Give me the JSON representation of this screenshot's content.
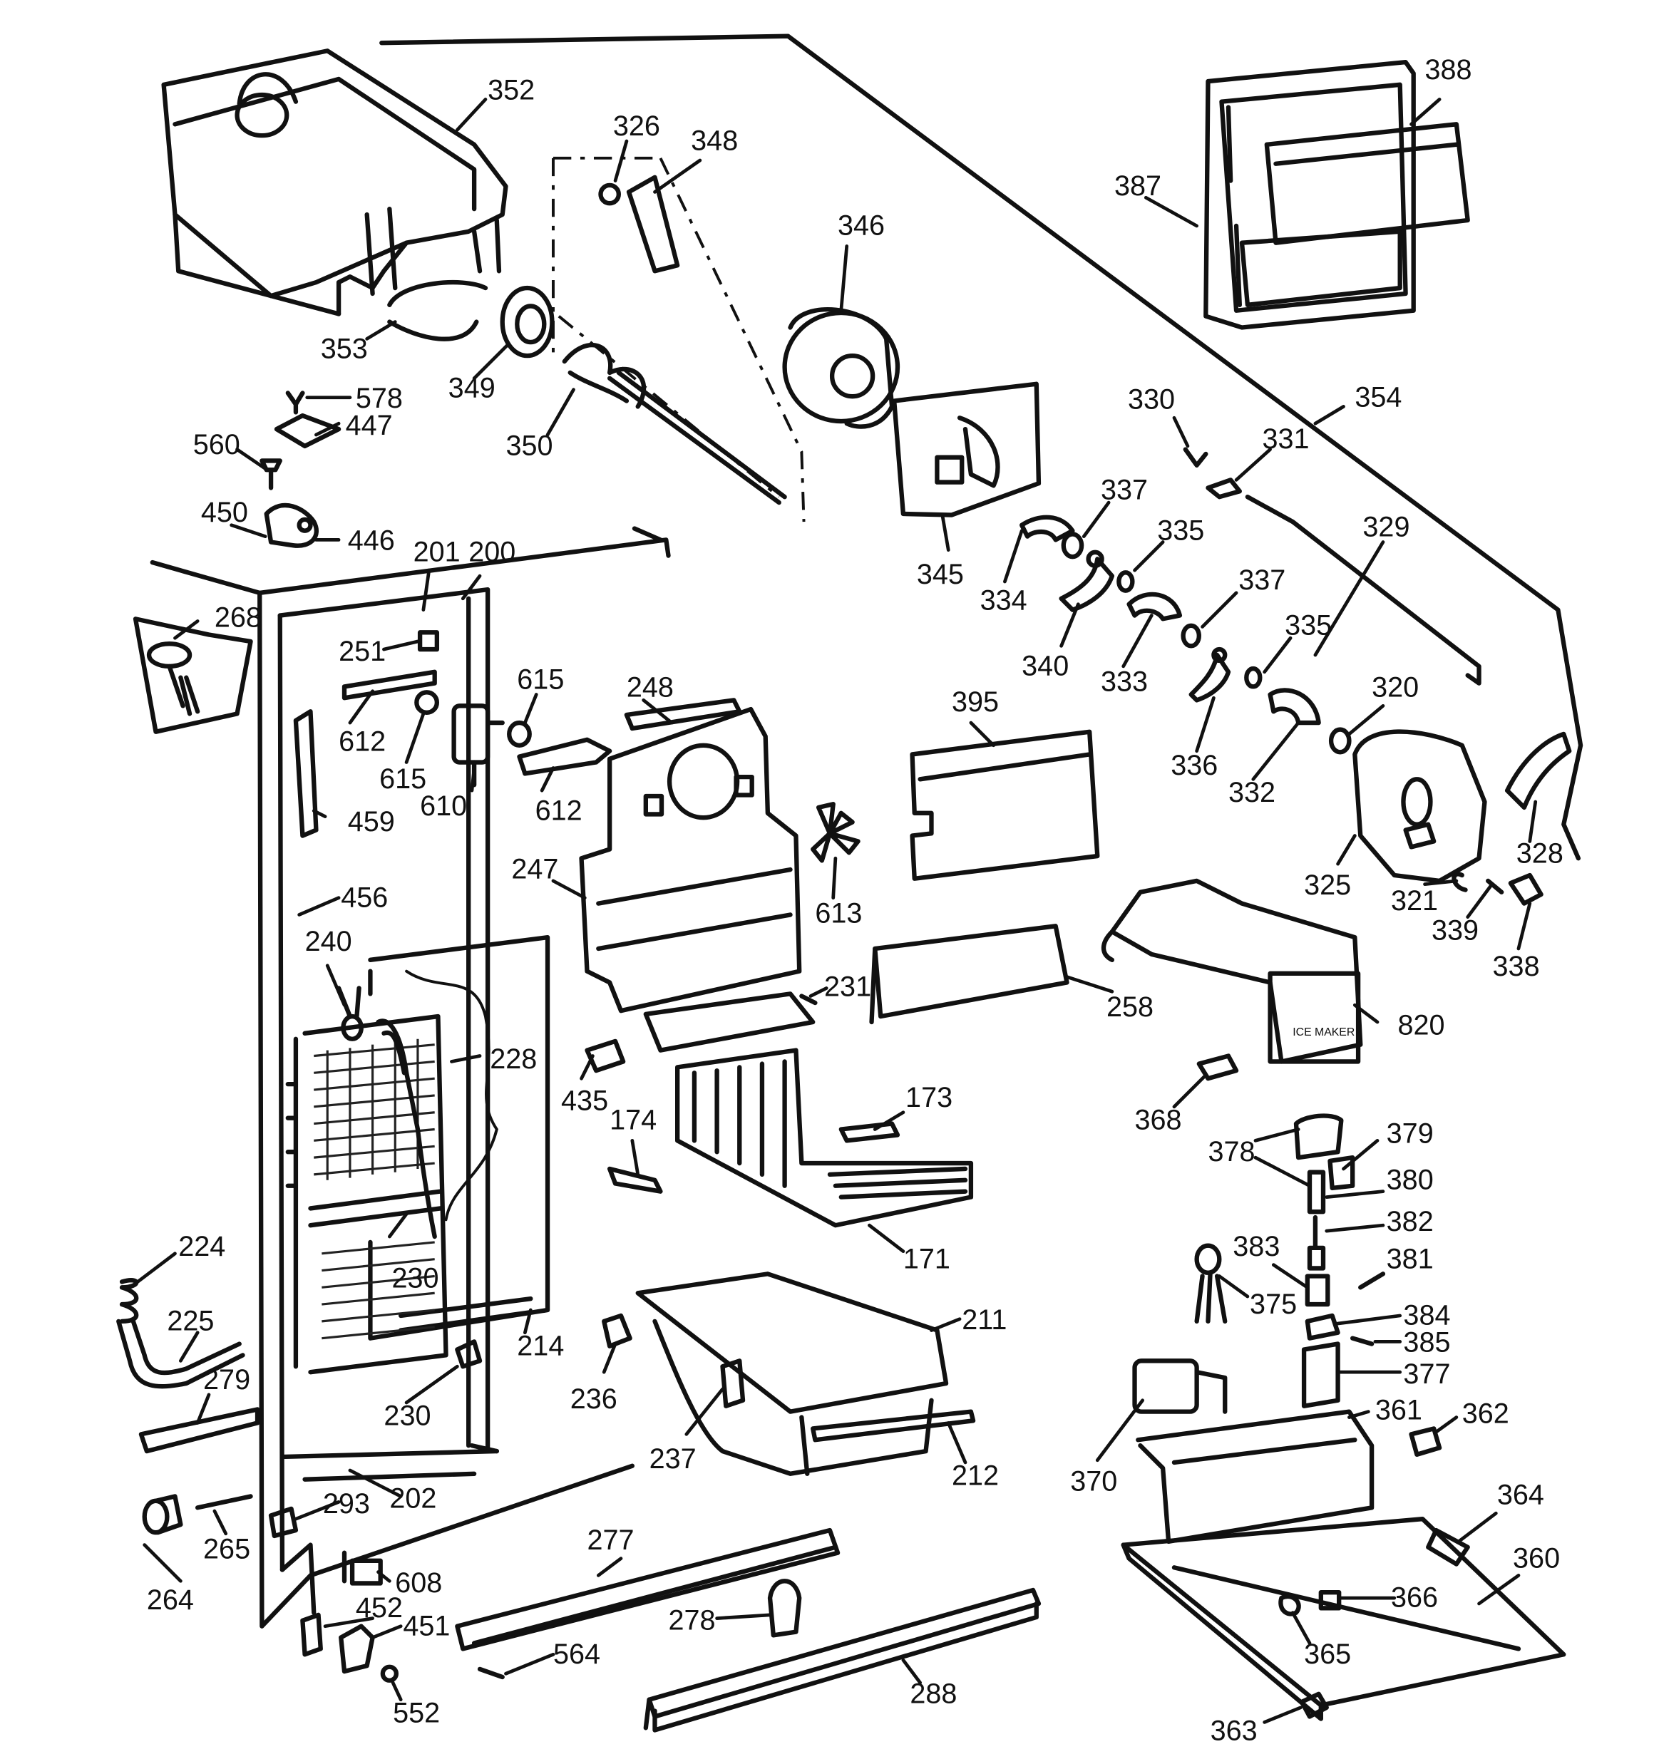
{
  "labels": {
    "p352": "352",
    "p326": "326",
    "p348": "348",
    "p346": "346",
    "p388": "388",
    "p387": "387",
    "p353": "353",
    "p349": "349",
    "p350": "350",
    "p578": "578",
    "p447": "447",
    "p560": "560",
    "p450": "450",
    "p446": "446",
    "p201": "201",
    "p200": "200",
    "p268": "268",
    "p251": "251",
    "p612a": "612",
    "p615a": "615",
    "p615b": "615",
    "p610": "610",
    "p612b": "612",
    "p248": "248",
    "p459": "459",
    "p456": "456",
    "p240": "240",
    "p228": "228",
    "p247": "247",
    "p613": "613",
    "p231": "231",
    "p330": "330",
    "p331": "331",
    "p354": "354",
    "p337a": "337",
    "p335a": "335",
    "p329": "329",
    "p345": "345",
    "p334": "334",
    "p340": "340",
    "p333": "333",
    "p337b": "337",
    "p335b": "335",
    "p336": "336",
    "p332": "332",
    "p320": "320",
    "p395": "395",
    "p328": "328",
    "p325": "325",
    "p321": "321",
    "p339": "339",
    "p338": "338",
    "p258": "258",
    "p820": "820",
    "p435": "435",
    "p174": "174",
    "p173": "173",
    "p368": "368",
    "p378": "378",
    "p379": "379",
    "p380": "380",
    "p382": "382",
    "p383": "383",
    "p381": "381",
    "p375": "375",
    "p384": "384",
    "p385": "385",
    "p377": "377",
    "p224": "224",
    "p225": "225",
    "p279": "279",
    "p230a": "230",
    "p230b": "230",
    "p171": "171",
    "p214": "214",
    "p211": "211",
    "p236": "236",
    "p237": "237",
    "p212": "212",
    "p361": "361",
    "p362": "362",
    "p370": "370",
    "p293": "293",
    "p202": "202",
    "p265": "265",
    "p264": "264",
    "p277": "277",
    "p608": "608",
    "p452": "452",
    "p451": "451",
    "p278": "278",
    "p564": "564",
    "p552": "552",
    "p288": "288",
    "p364": "364",
    "p360": "360",
    "p366": "366",
    "p365": "365",
    "p363": "363"
  },
  "decals": {
    "icemaker_badge": "ICE MAKER"
  }
}
